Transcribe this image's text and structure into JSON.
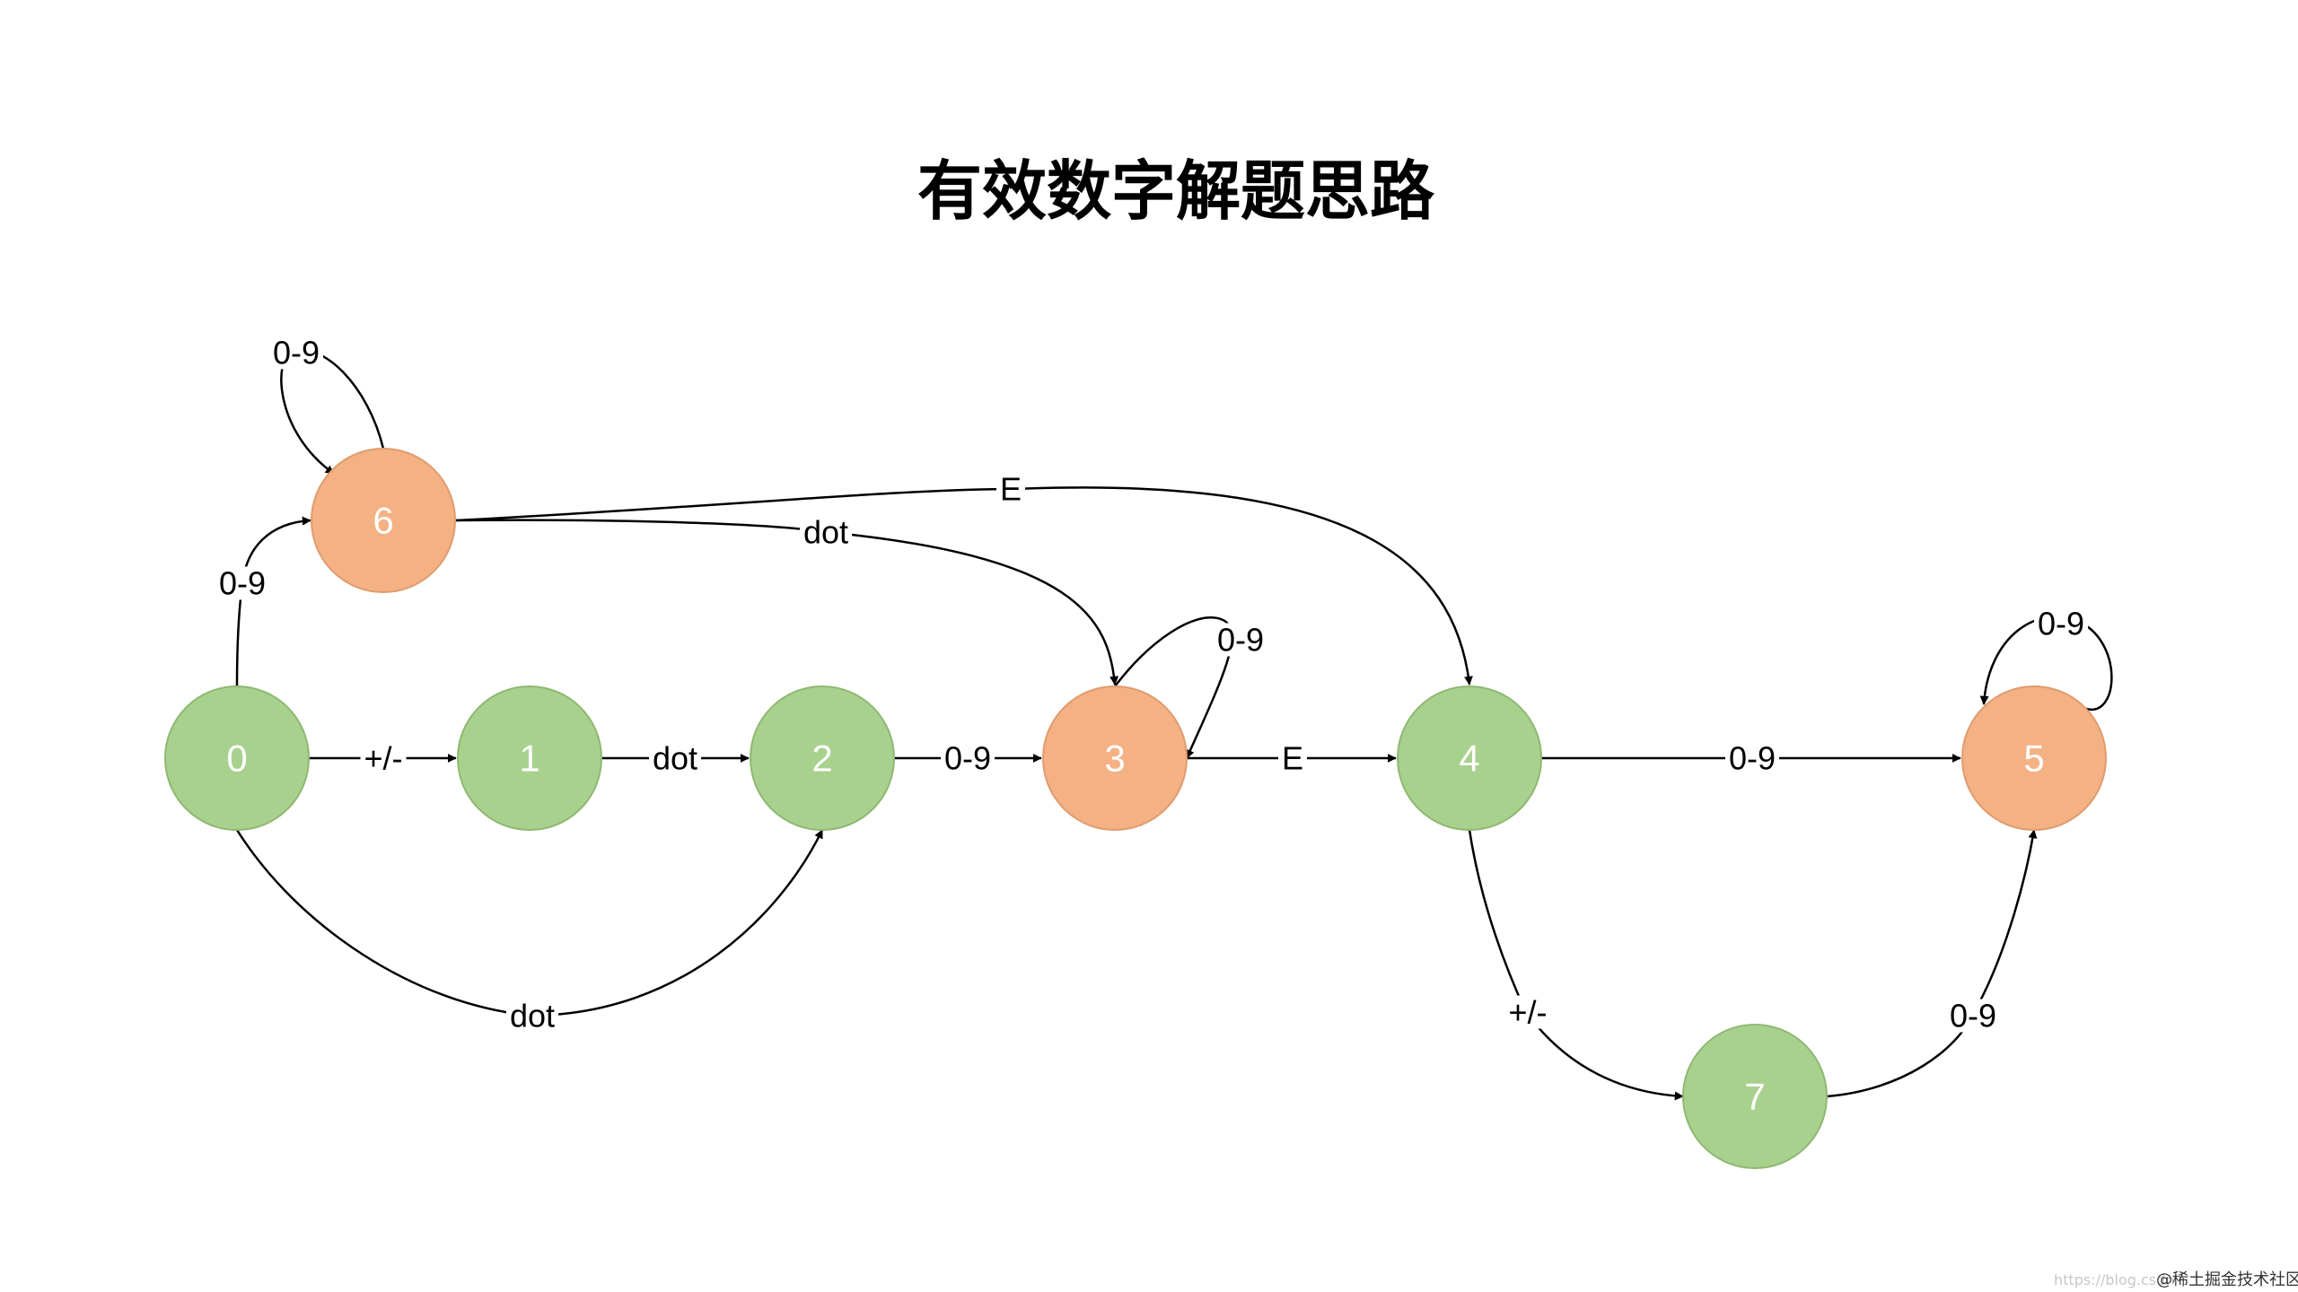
{
  "title": "有效数字解题思路",
  "colors": {
    "green_fill": "#a9d18e",
    "green_stroke": "#8fb872",
    "orange_fill": "#f4b183",
    "orange_stroke": "#de9c70",
    "edge": "#000000"
  },
  "nodes": [
    {
      "id": "0",
      "label": "0",
      "color": "green"
    },
    {
      "id": "1",
      "label": "1",
      "color": "green"
    },
    {
      "id": "2",
      "label": "2",
      "color": "green"
    },
    {
      "id": "3",
      "label": "3",
      "color": "orange"
    },
    {
      "id": "4",
      "label": "4",
      "color": "green"
    },
    {
      "id": "5",
      "label": "5",
      "color": "orange"
    },
    {
      "id": "6",
      "label": "6",
      "color": "orange"
    },
    {
      "id": "7",
      "label": "7",
      "color": "green"
    }
  ],
  "edges": [
    {
      "id": "e-0-1",
      "from": "0",
      "to": "1",
      "label": "+/-"
    },
    {
      "id": "e-1-2",
      "from": "1",
      "to": "2",
      "label": "dot"
    },
    {
      "id": "e-2-3",
      "from": "2",
      "to": "3",
      "label": "0-9"
    },
    {
      "id": "e-3-4",
      "from": "3",
      "to": "4",
      "label": "E"
    },
    {
      "id": "e-4-5",
      "from": "4",
      "to": "5",
      "label": "0-9"
    },
    {
      "id": "e-0-6",
      "from": "0",
      "to": "6",
      "label": "0-9"
    },
    {
      "id": "e-6-6",
      "from": "6",
      "to": "6",
      "label": "0-9"
    },
    {
      "id": "e-6-4",
      "from": "6",
      "to": "4",
      "label": "E"
    },
    {
      "id": "e-6-3",
      "from": "6",
      "to": "3",
      "label": "dot"
    },
    {
      "id": "e-3-3",
      "from": "3",
      "to": "3",
      "label": "0-9"
    },
    {
      "id": "e-5-5",
      "from": "5",
      "to": "5",
      "label": "0-9"
    },
    {
      "id": "e-0-2",
      "from": "0",
      "to": "2",
      "label": "dot"
    },
    {
      "id": "e-4-7",
      "from": "4",
      "to": "7",
      "label": "+/-"
    },
    {
      "id": "e-7-5",
      "from": "7",
      "to": "5",
      "label": "0-9"
    }
  ],
  "watermark": {
    "url_text": "https://blog.csdn",
    "brand_text": "@稀土掘金技术社区"
  }
}
